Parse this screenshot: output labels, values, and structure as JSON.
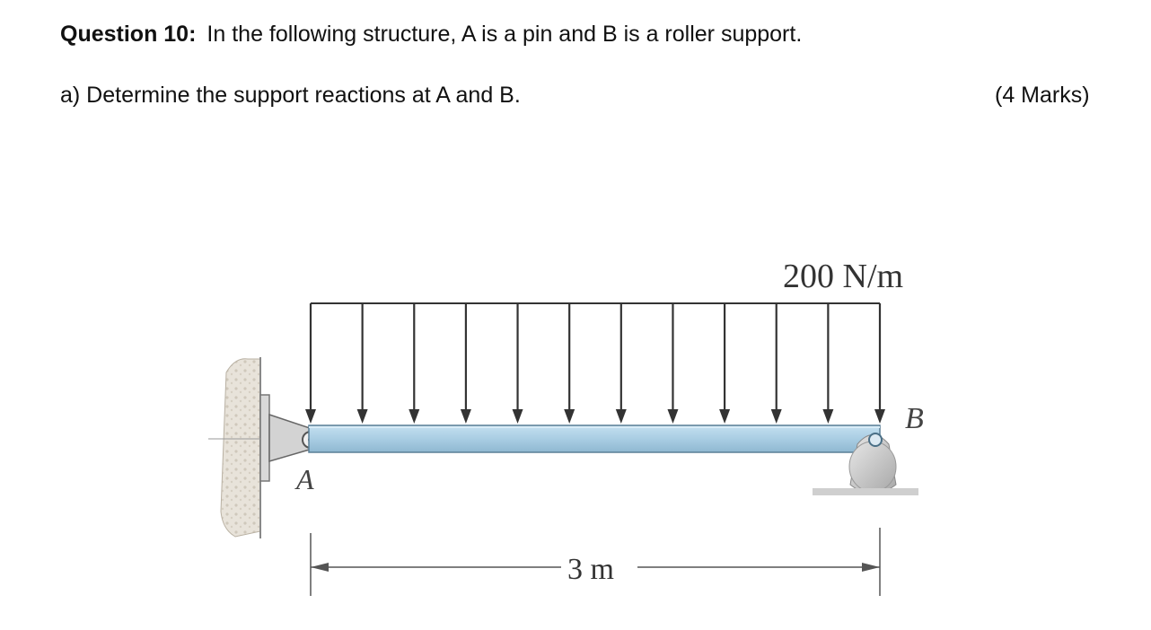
{
  "question": {
    "label": "Question 10:",
    "text": "In the following structure, A is a pin and B is a roller support."
  },
  "part_a": {
    "text": "a) Determine the support reactions at A and B.",
    "marks": "(4 Marks)"
  },
  "figure": {
    "load_label": "200 N/m",
    "label_a": "A",
    "label_b": "B",
    "span_label": "3 m",
    "beam_color": "#a9cde3",
    "wall_color": "#e6e0d6"
  }
}
